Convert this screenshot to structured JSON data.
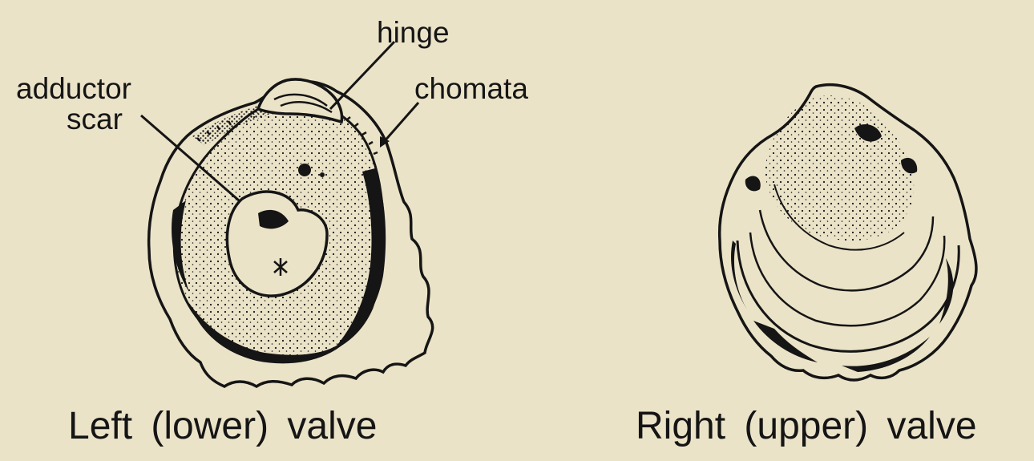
{
  "labels": {
    "hinge": "hinge",
    "adductor": "adductor",
    "scar": "scar",
    "chomata": "chomata"
  },
  "captions": {
    "left": "Left (lower) valve",
    "right": "Right (upper) valve"
  },
  "colors": {
    "background": "#ebe3c8",
    "ink": "#151515"
  }
}
